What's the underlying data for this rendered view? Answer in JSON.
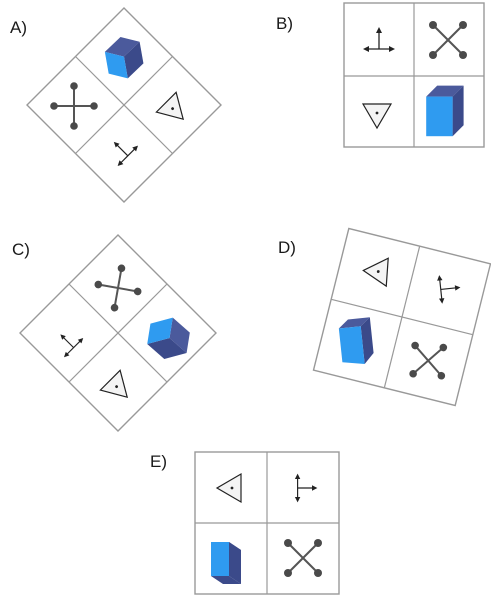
{
  "options": [
    {
      "id": "A",
      "label": "A)"
    },
    {
      "id": "B",
      "label": "B)"
    },
    {
      "id": "C",
      "label": "C)"
    },
    {
      "id": "D",
      "label": "D)"
    },
    {
      "id": "E",
      "label": "E)"
    }
  ],
  "colors": {
    "cube_front": "#2f9bf0",
    "cube_side": "#3b4a8a",
    "cube_top": "#4b5a9c",
    "line": "#555555",
    "dot": "#4a4a4a",
    "triangle_fill": "#f4f4f4"
  },
  "icons": [
    "cube-icon",
    "cross-dots-icon",
    "triangle-dot-icon",
    "arrows-icon"
  ]
}
